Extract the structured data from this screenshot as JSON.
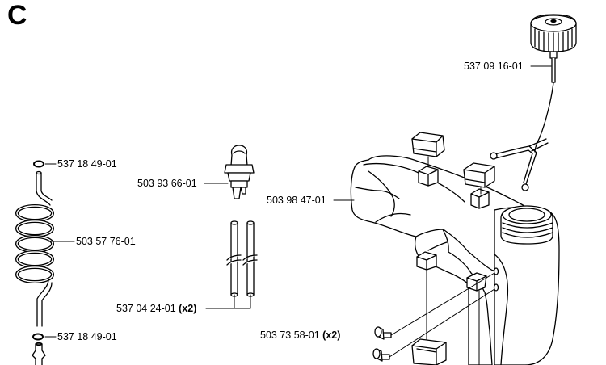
{
  "section_letter": "C",
  "parts": [
    {
      "id": "cap",
      "number": "537 09 16-01",
      "qty": ""
    },
    {
      "id": "oring-top",
      "number": "537 18 49-01",
      "qty": ""
    },
    {
      "id": "primer",
      "number": "503 93 66-01",
      "qty": ""
    },
    {
      "id": "tank",
      "number": "503 98 47-01",
      "qty": ""
    },
    {
      "id": "hose",
      "number": "503 57 76-01",
      "qty": ""
    },
    {
      "id": "tubes",
      "number": "537 04 24-01",
      "qty": "(x2)"
    },
    {
      "id": "grommets",
      "number": "503 73 58-01",
      "qty": "(x2)"
    },
    {
      "id": "oring-bottom",
      "number": "537 18 49-01",
      "qty": ""
    }
  ]
}
